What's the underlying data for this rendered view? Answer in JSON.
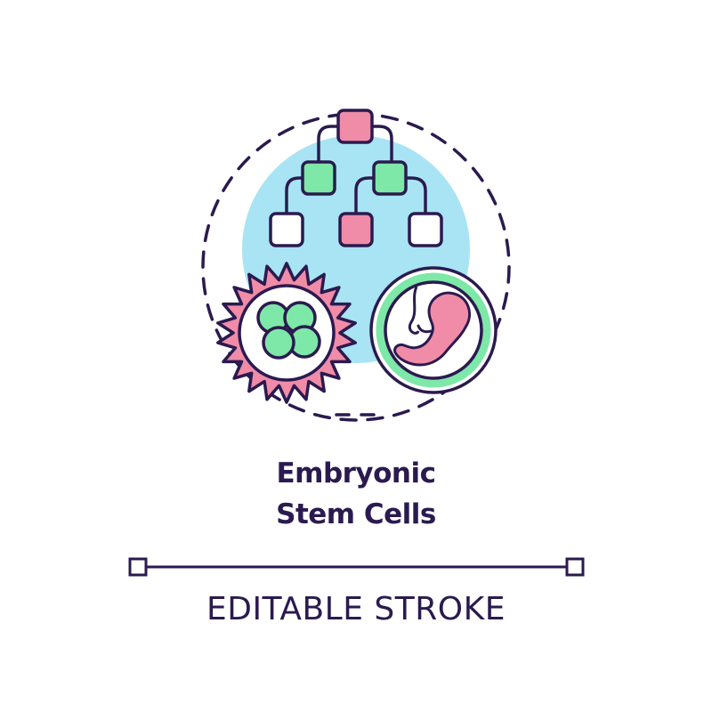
{
  "title": {
    "line1": "Embryonic",
    "line2": "Stem Cells"
  },
  "caption": "EDITABLE STROKE",
  "icons": {
    "hierarchy": "cell-lineage-tree-icon",
    "blastocyst": "spiky-cell-cluster-icon",
    "embryo": "fetus-in-womb-icon"
  },
  "colors": {
    "outline": "#2b1a4f",
    "pink": "#f08ca8",
    "green": "#7de8a8",
    "blue": "#a8e4f4",
    "white": "#ffffff"
  }
}
